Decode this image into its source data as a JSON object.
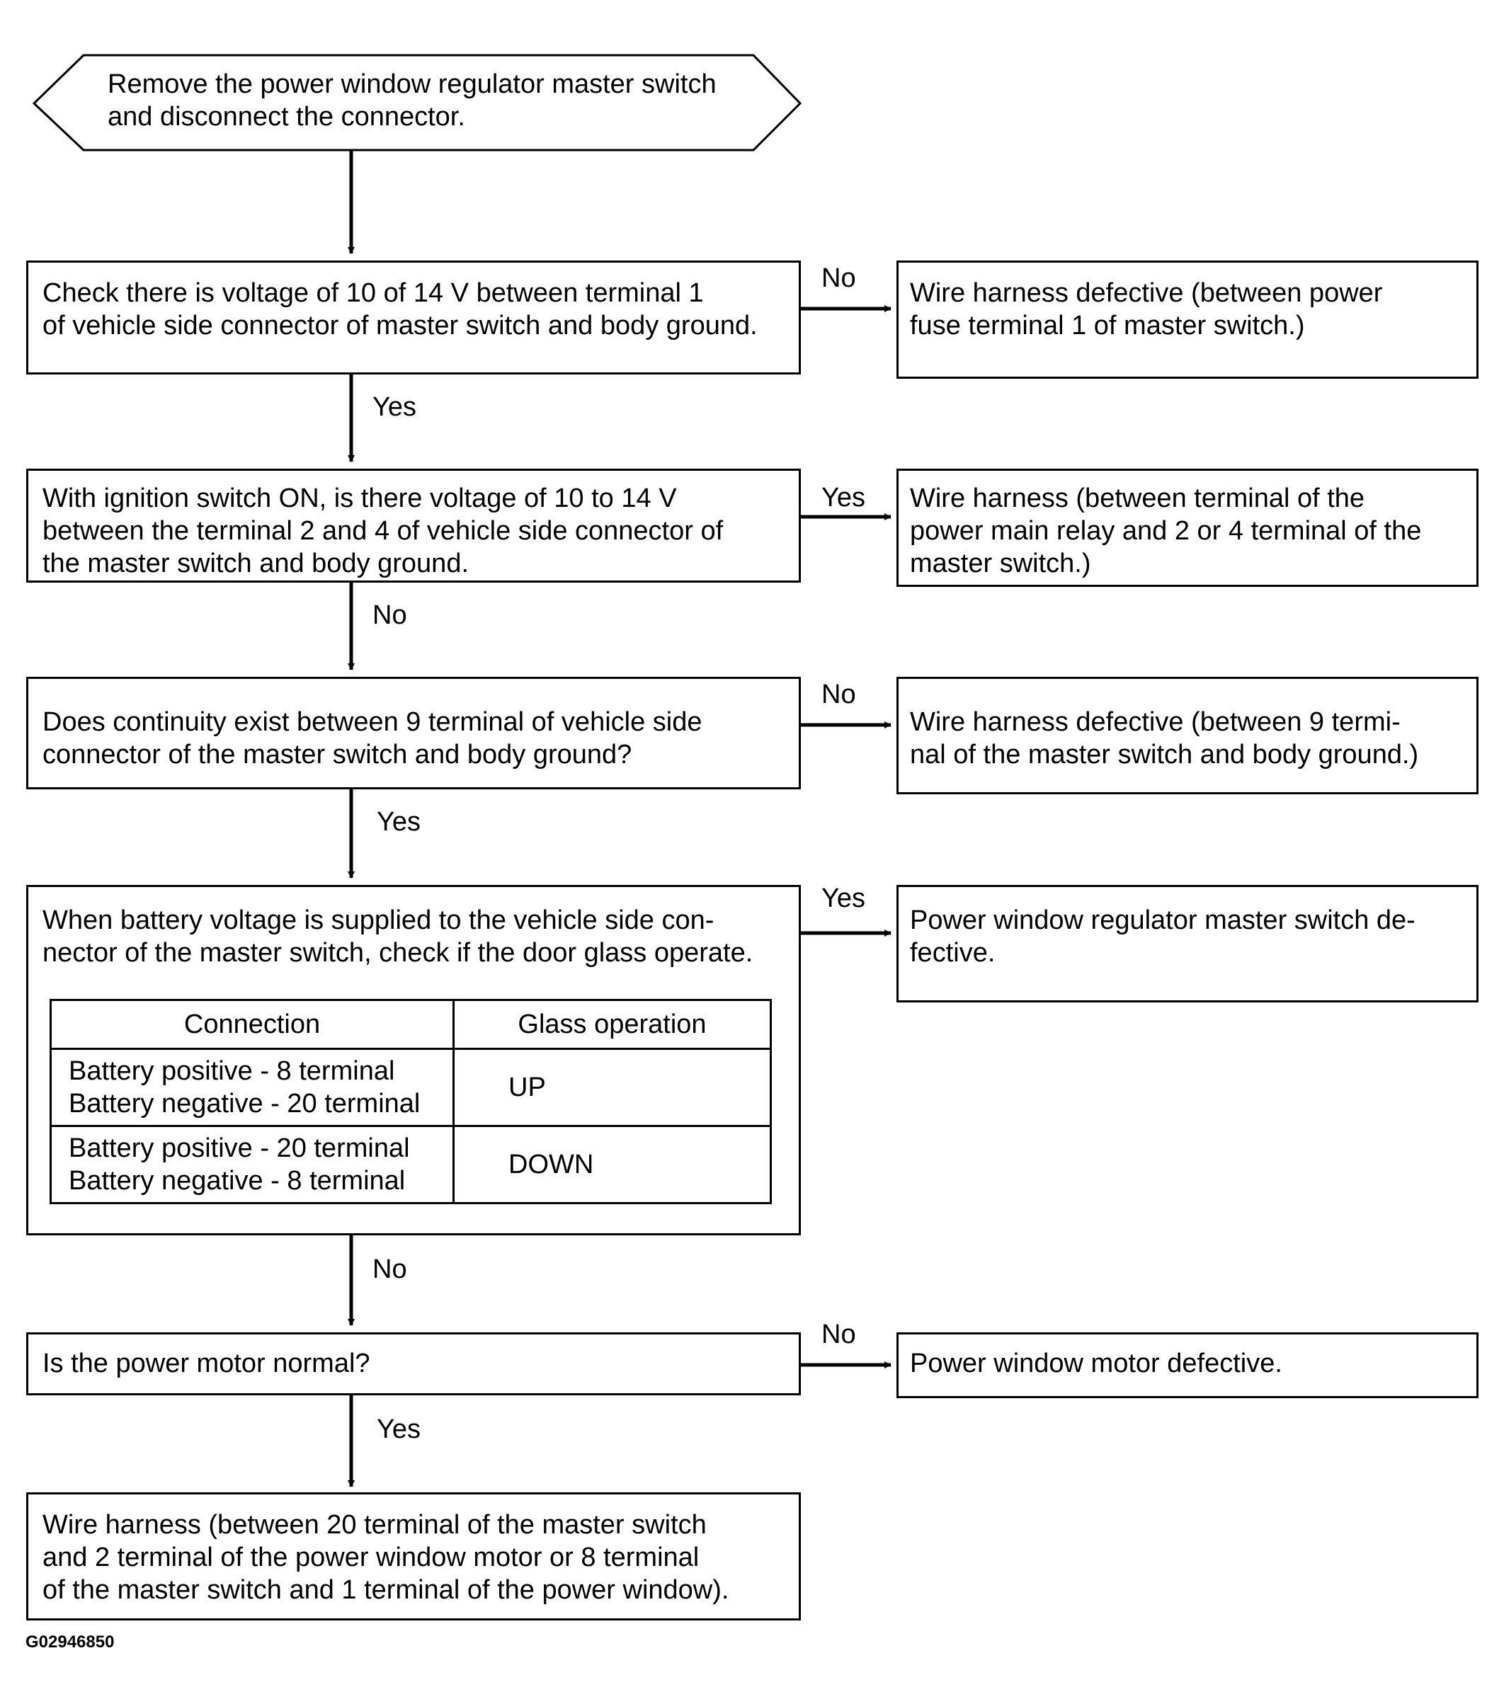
{
  "start": {
    "text": "Remove the power window regulator master switch\nand disconnect the connector."
  },
  "steps": [
    {
      "text": "Check there is voltage of 10 of 14 V between terminal 1\nof vehicle side connector of master switch and body ground.",
      "branch_label": "No",
      "down_label": "Yes"
    },
    {
      "text": "With ignition switch ON, is there voltage of 10 to 14 V\nbetween the terminal 2 and 4 of vehicle side connector of\nthe master switch and body ground.",
      "branch_label": "Yes",
      "down_label": "No"
    },
    {
      "text": "Does continuity exist between 9 terminal of vehicle side\nconnector of the master switch and body ground?",
      "branch_label": "No",
      "down_label": "Yes"
    },
    {
      "text": "When battery voltage is supplied to the vehicle side con-\nnector of the master switch, check if the door glass operate.",
      "branch_label": "Yes",
      "down_label": "No"
    },
    {
      "text": "Is the power motor normal?",
      "branch_label": "No",
      "down_label": "Yes"
    }
  ],
  "results": [
    {
      "text": "Wire harness defective (between power\nfuse terminal 1 of master switch.)"
    },
    {
      "text": "Wire harness (between terminal of the\npower main relay and 2 or 4 terminal of the\nmaster switch.)"
    },
    {
      "text": "Wire harness defective (between 9 termi-\nnal of the master switch and body ground.)"
    },
    {
      "text": "Power window regulator master switch de-\nfective."
    },
    {
      "text": "Power window motor defective."
    }
  ],
  "final": {
    "text": "Wire harness (between 20 terminal of the master switch\nand 2 terminal of the power window motor or 8 terminal\nof the master switch and 1 terminal of the power window)."
  },
  "table": {
    "headers": [
      "Connection",
      "Glass operation"
    ],
    "rows": [
      {
        "connection": "Battery positive - 8 terminal\nBattery negative - 20 terminal",
        "operation": "UP"
      },
      {
        "connection": "Battery positive - 20 terminal\nBattery negative - 8 terminal",
        "operation": "DOWN"
      }
    ]
  },
  "figure_id": "G02946850"
}
